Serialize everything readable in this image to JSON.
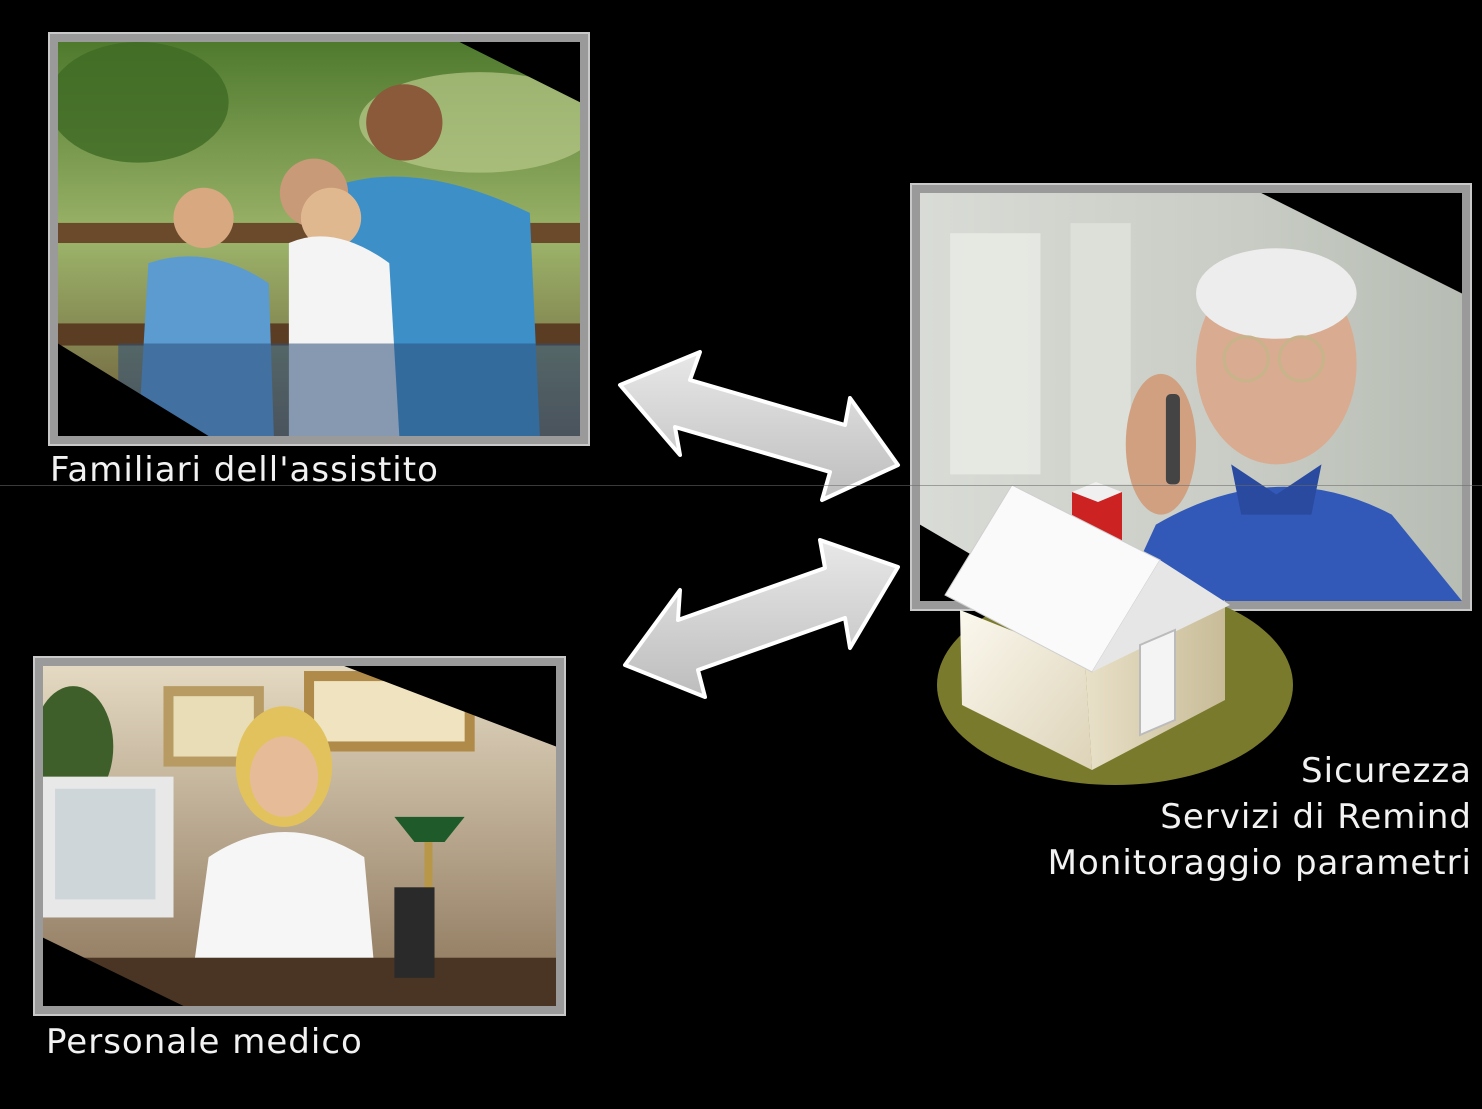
{
  "nodes": {
    "family": {
      "label": "Familiari dell'assistito",
      "icon": "family-photo"
    },
    "medical": {
      "label": "Personale medico",
      "icon": "doctor-photo"
    },
    "patient": {
      "icon": "elderly-man-photo"
    }
  },
  "house": {
    "icon": "house-icon",
    "base_color": "#7a7a2c",
    "chimney_color": "#cc2222"
  },
  "services": [
    "Sicurezza",
    "Servizi di Remind",
    "Monitoraggio parametri"
  ],
  "arrows": [
    {
      "from": "family",
      "to": "patient",
      "icon": "bidirectional-arrow-icon"
    },
    {
      "from": "medical",
      "to": "patient",
      "icon": "bidirectional-arrow-icon"
    }
  ]
}
